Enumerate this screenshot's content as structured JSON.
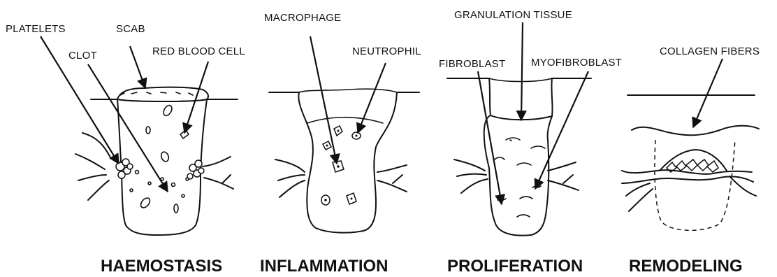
{
  "labels": {
    "platelets": "PLATELETS",
    "scab": "SCAB",
    "clot": "CLOT",
    "red_blood_cell": "RED BLOOD CELL",
    "macrophage": "MACROPHAGE",
    "neutrophil": "NEUTROPHIL",
    "granulation_tissue": "GRANULATION TISSUE",
    "fibroblast": "FIBROBLAST",
    "myofibroblast": "MYOFIBROBLAST",
    "collagen_fibers": "COLLAGEN FIBERS"
  },
  "stages": {
    "haemostasis": "HAEMOSTASIS",
    "inflammation": "INFLAMMATION",
    "proliferation": "PROLIFERATION",
    "remodeling": "REMODELING"
  }
}
